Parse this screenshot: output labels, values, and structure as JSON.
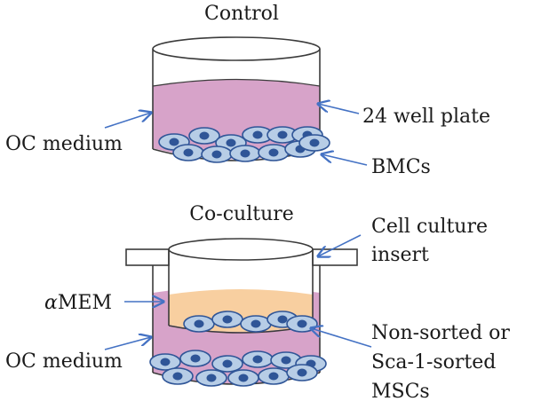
{
  "diagram": {
    "control": {
      "title": "Control",
      "labels": {
        "oc_medium": "OC medium",
        "plate": "24 well plate",
        "bmcs": "BMCs"
      }
    },
    "coculture": {
      "title": "Co-culture",
      "labels": {
        "insert_line1": "Cell culture",
        "insert_line2": "insert",
        "amem_alpha": "α",
        "amem_rest": "MEM",
        "oc_medium": "OC medium",
        "mscs_line1": "Non-sorted or",
        "mscs_line2": "Sca-1-sorted",
        "mscs_line3": "MSCs"
      }
    }
  },
  "colors": {
    "oc_medium": "#D7A3C9",
    "amem_medium": "#F8CFA0",
    "cell_fill": "#B7CDE6",
    "cell_nucleus": "#2F5597",
    "outline": "#3B3B3B",
    "arrow": "#4472C4"
  }
}
